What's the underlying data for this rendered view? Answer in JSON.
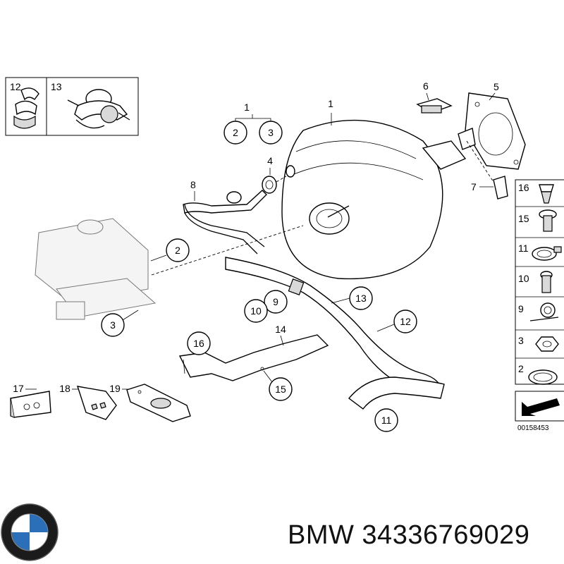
{
  "diagram": {
    "callouts": {
      "c1_top": "1",
      "c1_booster": "1",
      "c2_sub": "2",
      "c3_sub": "3",
      "c2": "2",
      "c3": "3",
      "c4": "4",
      "c5": "5",
      "c6": "6",
      "c7": "7",
      "c8": "8",
      "c9": "9",
      "c10": "10",
      "c11": "11",
      "c12": "12",
      "c13": "13",
      "c14": "14",
      "c15": "15",
      "c16": "16",
      "inset12": "12",
      "inset13": "13",
      "c17": "17",
      "c18": "18",
      "c19": "19"
    },
    "side_panel": [
      "16",
      "15",
      "11",
      "10",
      "9",
      "3",
      "2"
    ],
    "reference_code": "00158453"
  },
  "brand": {
    "name": "BMW"
  },
  "caption": "BMW 34336769029"
}
